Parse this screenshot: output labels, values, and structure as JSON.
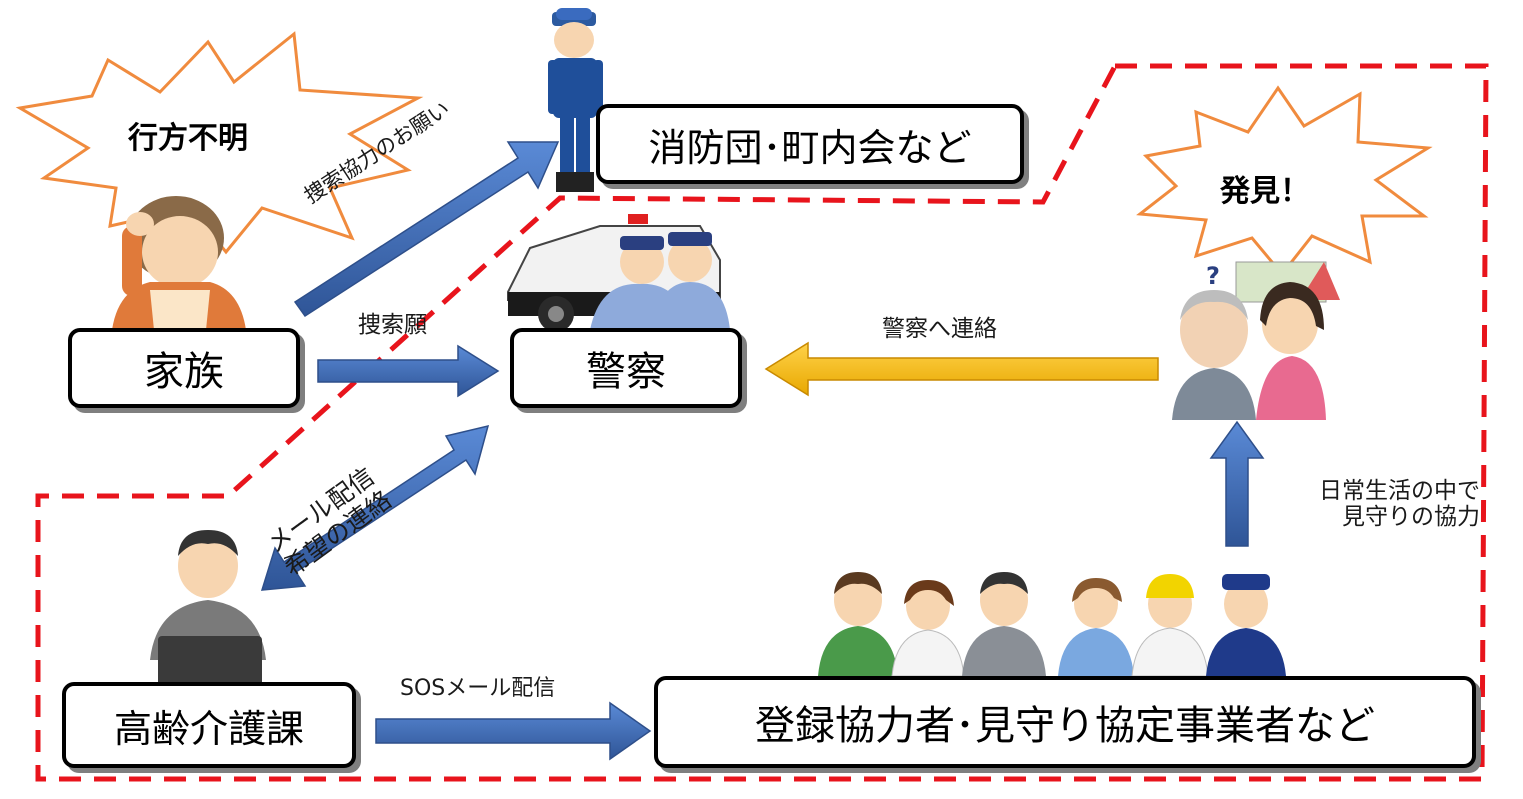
{
  "bursts": {
    "missing": "行方不明",
    "found": "発見！"
  },
  "nodes": {
    "family": "家族",
    "police": "警察",
    "fire_brigade": "消防団･町内会など",
    "elderly_care": "高齢介護課",
    "registered": "登録協力者･見守り協定事業者など"
  },
  "labels": {
    "search_request": "捜索協力のお願い",
    "search_application": "捜索願",
    "mail_delivery_line1": "メール配信",
    "mail_delivery_line2": "希望の連絡",
    "contact_police": "警察へ連絡",
    "daily_life_line1": "日常生活の中で",
    "daily_life_line2": "見守りの協力",
    "sos_mail": "SOSメール配信"
  },
  "colors": {
    "blue_arrow": "#4472c4",
    "yellow_arrow": "#ffc000",
    "red_dash": "#e8141c",
    "burst_stroke": "#f08b3e"
  }
}
